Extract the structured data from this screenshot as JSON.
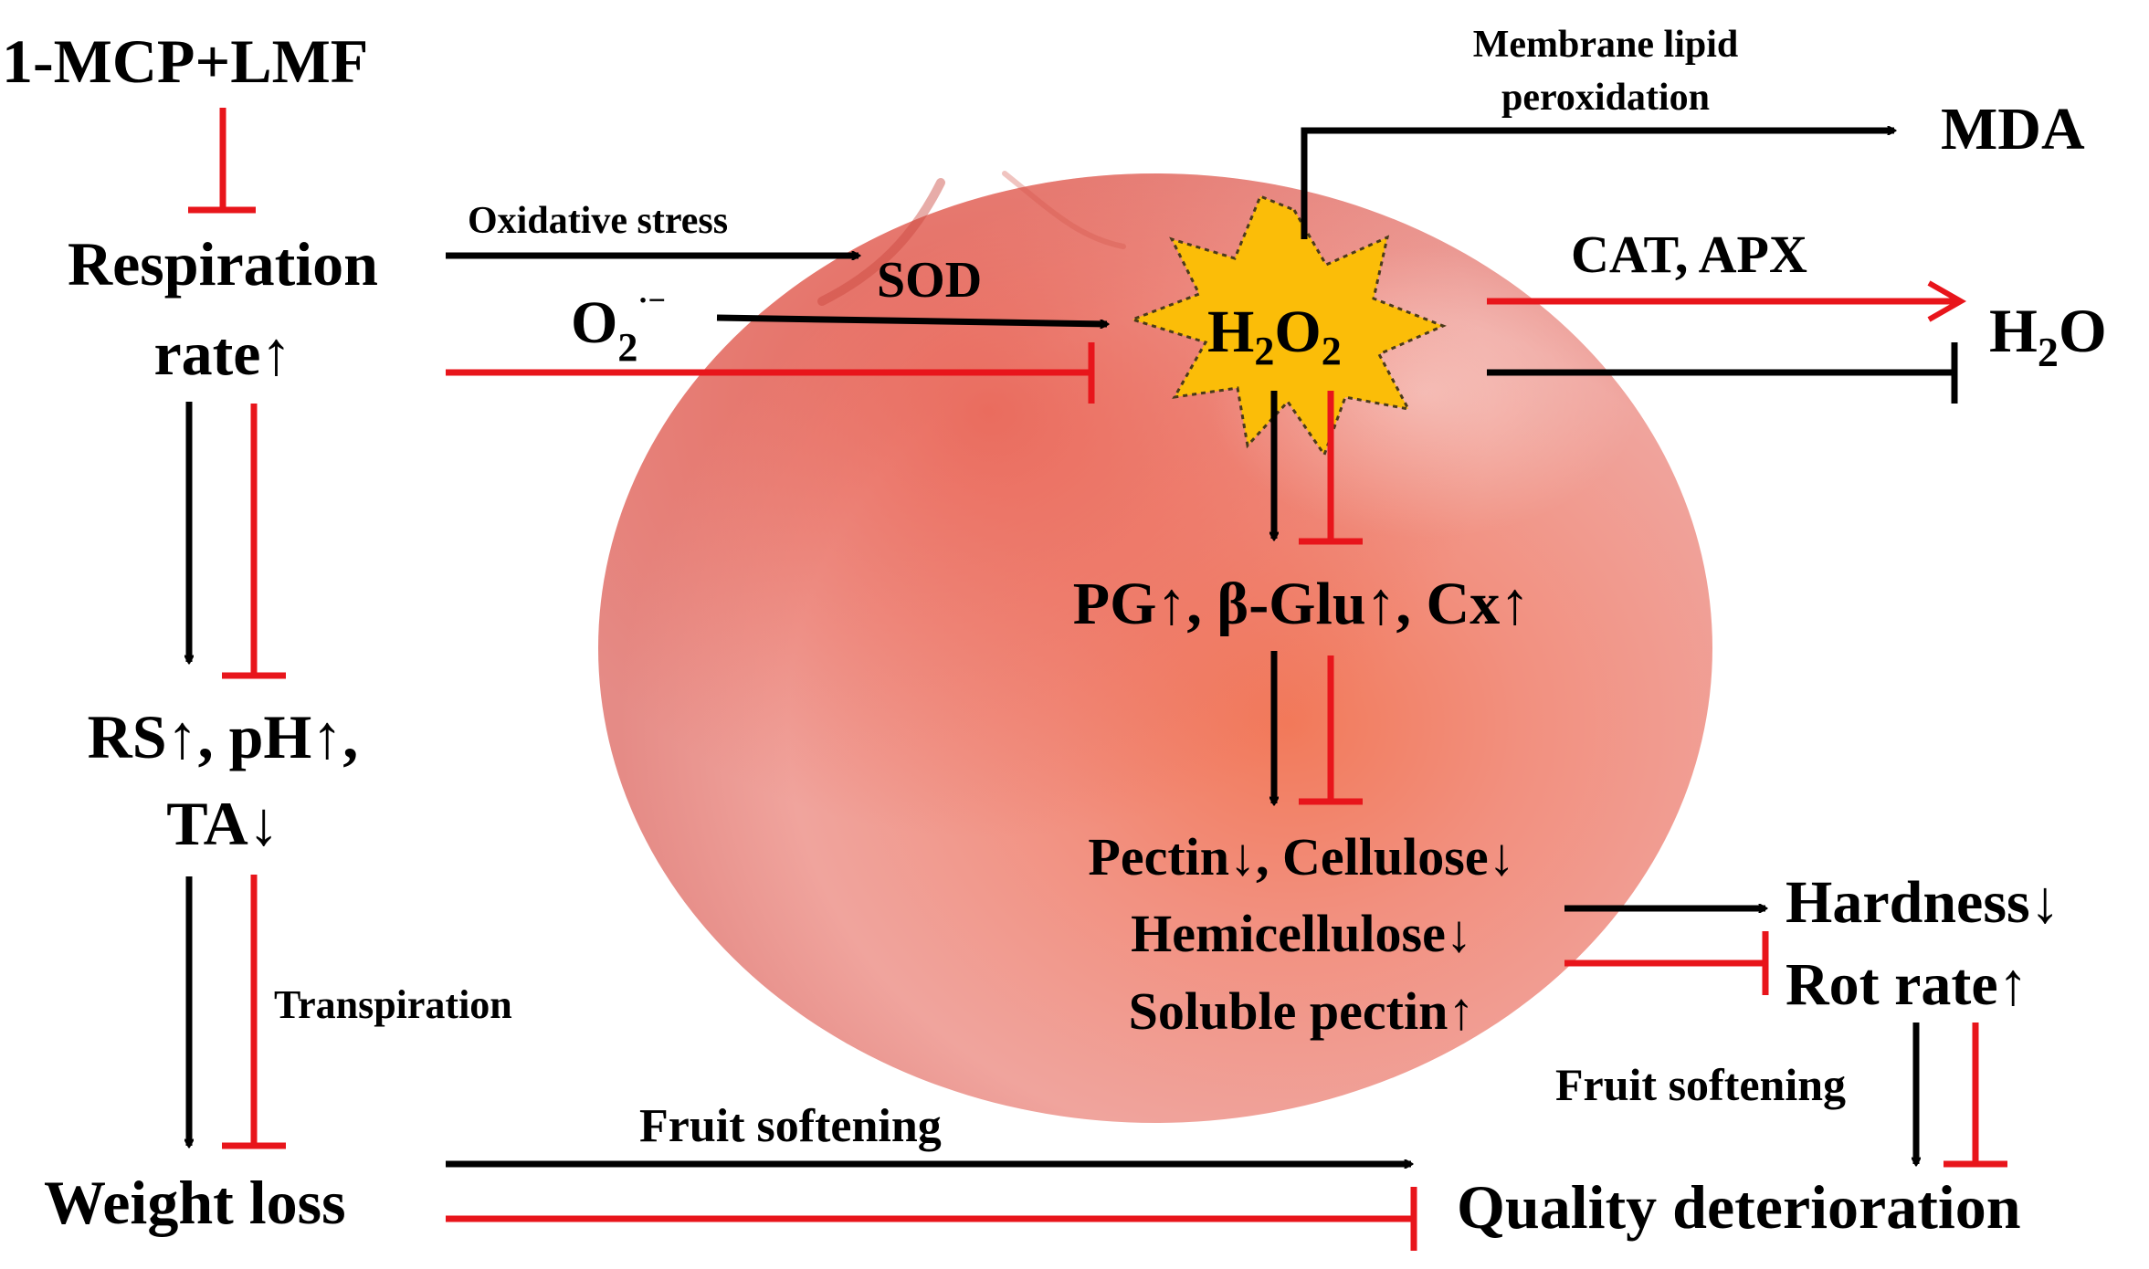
{
  "colors": {
    "activate": "#000000",
    "inhibit": "#e8151b",
    "burst_fill": "#fbbd08",
    "fruit": "#f09a92"
  },
  "labels": {
    "treatment": "1-MCP+LMF",
    "respiration_line1": "Respiration",
    "respiration_line2": "rate↑",
    "rs_line1": "RS↑, pH↑,",
    "rs_line2": "TA↓",
    "weight_loss": "Weight loss",
    "oxidative_stress": "Oxidative stress",
    "sod": "SOD",
    "superoxide_base": "O",
    "superoxide_sub": "2",
    "superoxide_sup": "·−",
    "h2o2_h": "H",
    "h2o2_sub1": "2",
    "h2o2_o": "O",
    "h2o2_sub2": "2",
    "membrane_line1": "Membrane lipid",
    "membrane_line2": "peroxidation",
    "mda": "MDA",
    "cat_apx": "CAT, APX",
    "h2o_h": "H",
    "h2o_sub": "2",
    "h2o_o": "O",
    "enzymes": "PG↑, β-Glu↑, Cx↑",
    "pectin": "Pectin↓, Cellulose↓",
    "hemicellulose": "Hemicellulose↓",
    "soluble_pectin": "Soluble pectin↑",
    "hardness": "Hardness↓",
    "rot_rate": "Rot rate↑",
    "transpiration": "Transpiration",
    "fruit_softening_bottom": "Fruit softening",
    "fruit_softening_right": "Fruit softening",
    "quality_deterioration": "Quality deterioration"
  }
}
